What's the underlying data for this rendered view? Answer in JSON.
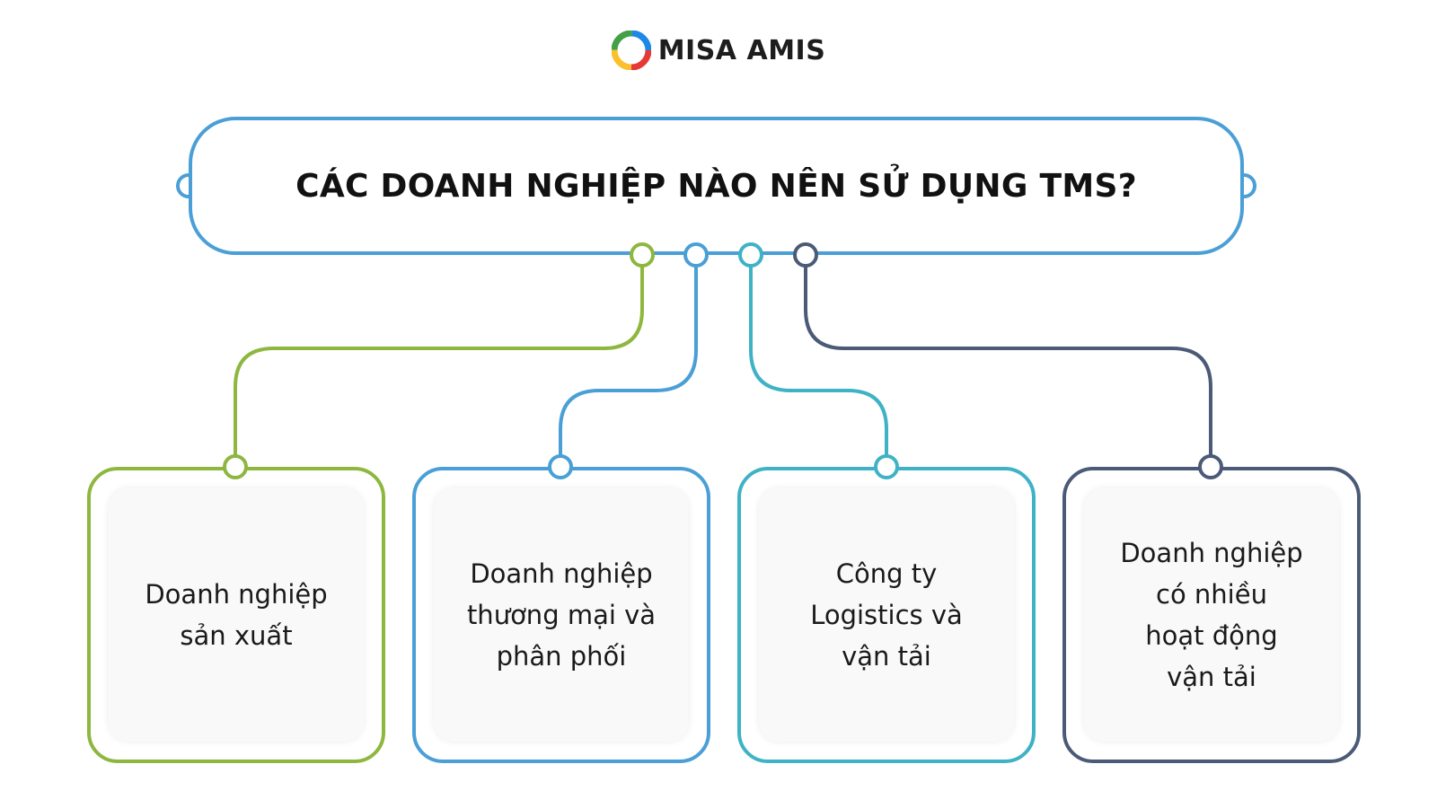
{
  "logo": {
    "text": "MISA AMIS"
  },
  "title": "CÁC DOANH NGHIỆP NÀO NÊN SỬ DỤNG TMS?",
  "colors": {
    "title_border": "#4a9fd6",
    "green": "#8db73f",
    "blue": "#4a9fd6",
    "teal": "#3fb2c6",
    "navy": "#4a5a77"
  },
  "cards": [
    {
      "color": "green",
      "lines": [
        "Doanh nghiệp",
        "sản xuất"
      ]
    },
    {
      "color": "blue",
      "lines": [
        "Doanh nghiệp",
        "thương mại và",
        "phân phối"
      ]
    },
    {
      "color": "teal",
      "lines": [
        "Công ty",
        "Logistics và",
        "vận tải"
      ]
    },
    {
      "color": "navy",
      "lines": [
        "Doanh nghiệp",
        "có nhiều",
        "hoạt động",
        "vận tải"
      ]
    }
  ]
}
